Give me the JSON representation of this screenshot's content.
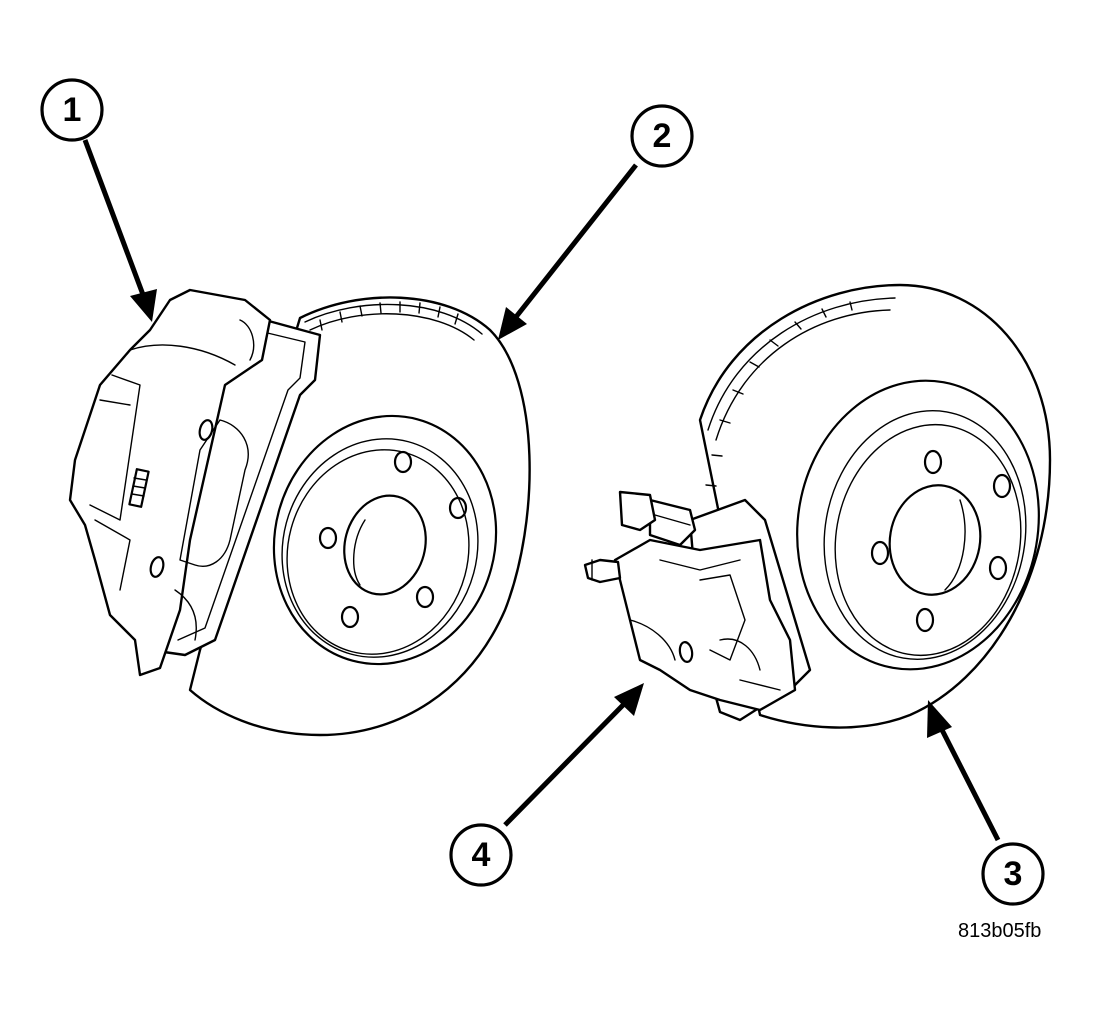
{
  "callouts": [
    {
      "id": "callout-1",
      "label": "1"
    },
    {
      "id": "callout-2",
      "label": "2"
    },
    {
      "id": "callout-3",
      "label": "3"
    },
    {
      "id": "callout-4",
      "label": "4"
    }
  ],
  "figure_id": "813b05fb"
}
